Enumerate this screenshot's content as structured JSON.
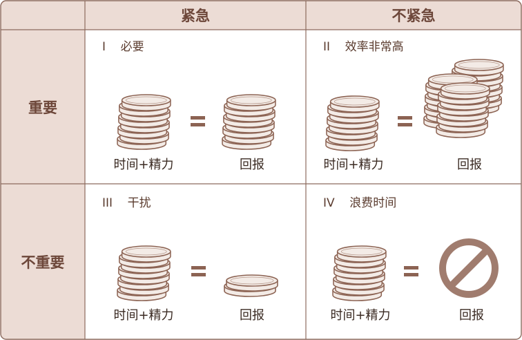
{
  "columns": {
    "urgent": "紧急",
    "not_urgent": "不紧急"
  },
  "rows": {
    "important": "重要",
    "not_important": "不重要"
  },
  "quadrants": [
    {
      "numeral": "I",
      "title": "必要",
      "input_label": "时间+精力",
      "equals": "=",
      "output_label": "回报"
    },
    {
      "numeral": "II",
      "title": "效率非常高",
      "input_label": "时间+精力",
      "equals": "=",
      "output_label": "回报"
    },
    {
      "numeral": "III",
      "title": "干扰",
      "input_label": "时间+精力",
      "equals": "=",
      "output_label": "回报"
    },
    {
      "numeral": "IV",
      "title": "浪费时间",
      "input_label": "时间+精力",
      "equals": "=",
      "output_label": "回报"
    }
  ],
  "colors": {
    "header_bg": "#ecdcd5",
    "border": "#8c6a5d",
    "header_text": "#6d473a",
    "coin_fill": "#f3ebe6",
    "coin_stroke": "#8c6353",
    "prohibit": "#a07c6e"
  },
  "icons": {
    "coin_stack": "coin-stack-icon",
    "equals": "equals-icon",
    "prohibited": "prohibited-icon"
  }
}
